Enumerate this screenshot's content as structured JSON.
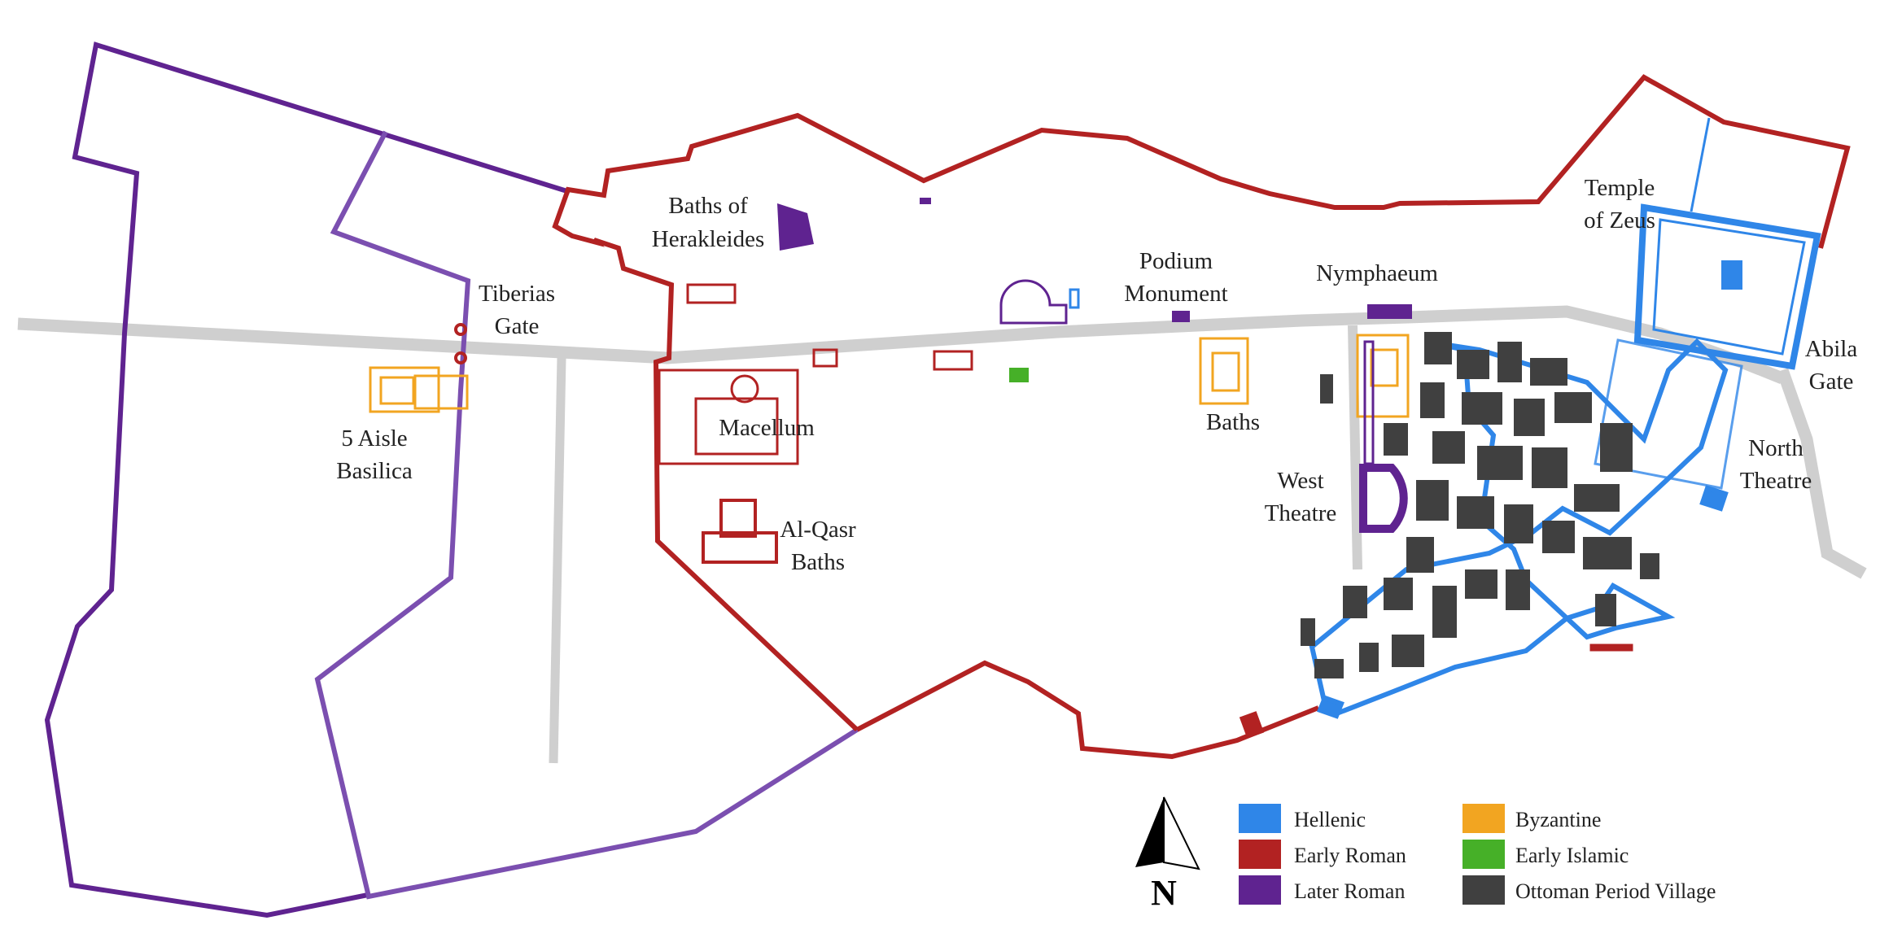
{
  "colors": {
    "hellenic": "#2f86e8",
    "early_roman": "#b22222",
    "later_roman": "#5f2390",
    "later_roman_light": "#7b4fb0",
    "byzantine": "#f2a521",
    "early_islamic": "#46b028",
    "ottoman": "#404040",
    "road": "#cfcfcf"
  },
  "labels": {
    "baths_of_herakleides_1": "Baths of",
    "baths_of_herakleides_2": "Herakleides",
    "tiberias_gate_1": "Tiberias",
    "tiberias_gate_2": "Gate",
    "five_aisle_basilica_1": "5 Aisle",
    "five_aisle_basilica_2": "Basilica",
    "macellum": "Macellum",
    "al_qasr_baths_1": "Al-Qasr",
    "al_qasr_baths_2": "Baths",
    "podium_monument_1": "Podium",
    "podium_monument_2": "Monument",
    "nymphaeum": "Nymphaeum",
    "baths": "Baths",
    "west_theatre_1": "West",
    "west_theatre_2": "Theatre",
    "temple_of_zeus_1": "Temple",
    "temple_of_zeus_2": "of Zeus",
    "abila_gate_1": "Abila",
    "abila_gate_2": "Gate",
    "north_theatre_1": "North",
    "north_theatre_2": "Theatre"
  },
  "north_arrow": {
    "letter": "N"
  },
  "legend": [
    {
      "label": "Hellenic",
      "color": "#2f86e8"
    },
    {
      "label": "Early Roman",
      "color": "#b22222"
    },
    {
      "label": "Later Roman",
      "color": "#5f2390"
    },
    {
      "label": "Byzantine",
      "color": "#f2a521"
    },
    {
      "label": "Early Islamic",
      "color": "#46b028"
    },
    {
      "label": "Ottoman Period Village",
      "color": "#404040"
    }
  ]
}
